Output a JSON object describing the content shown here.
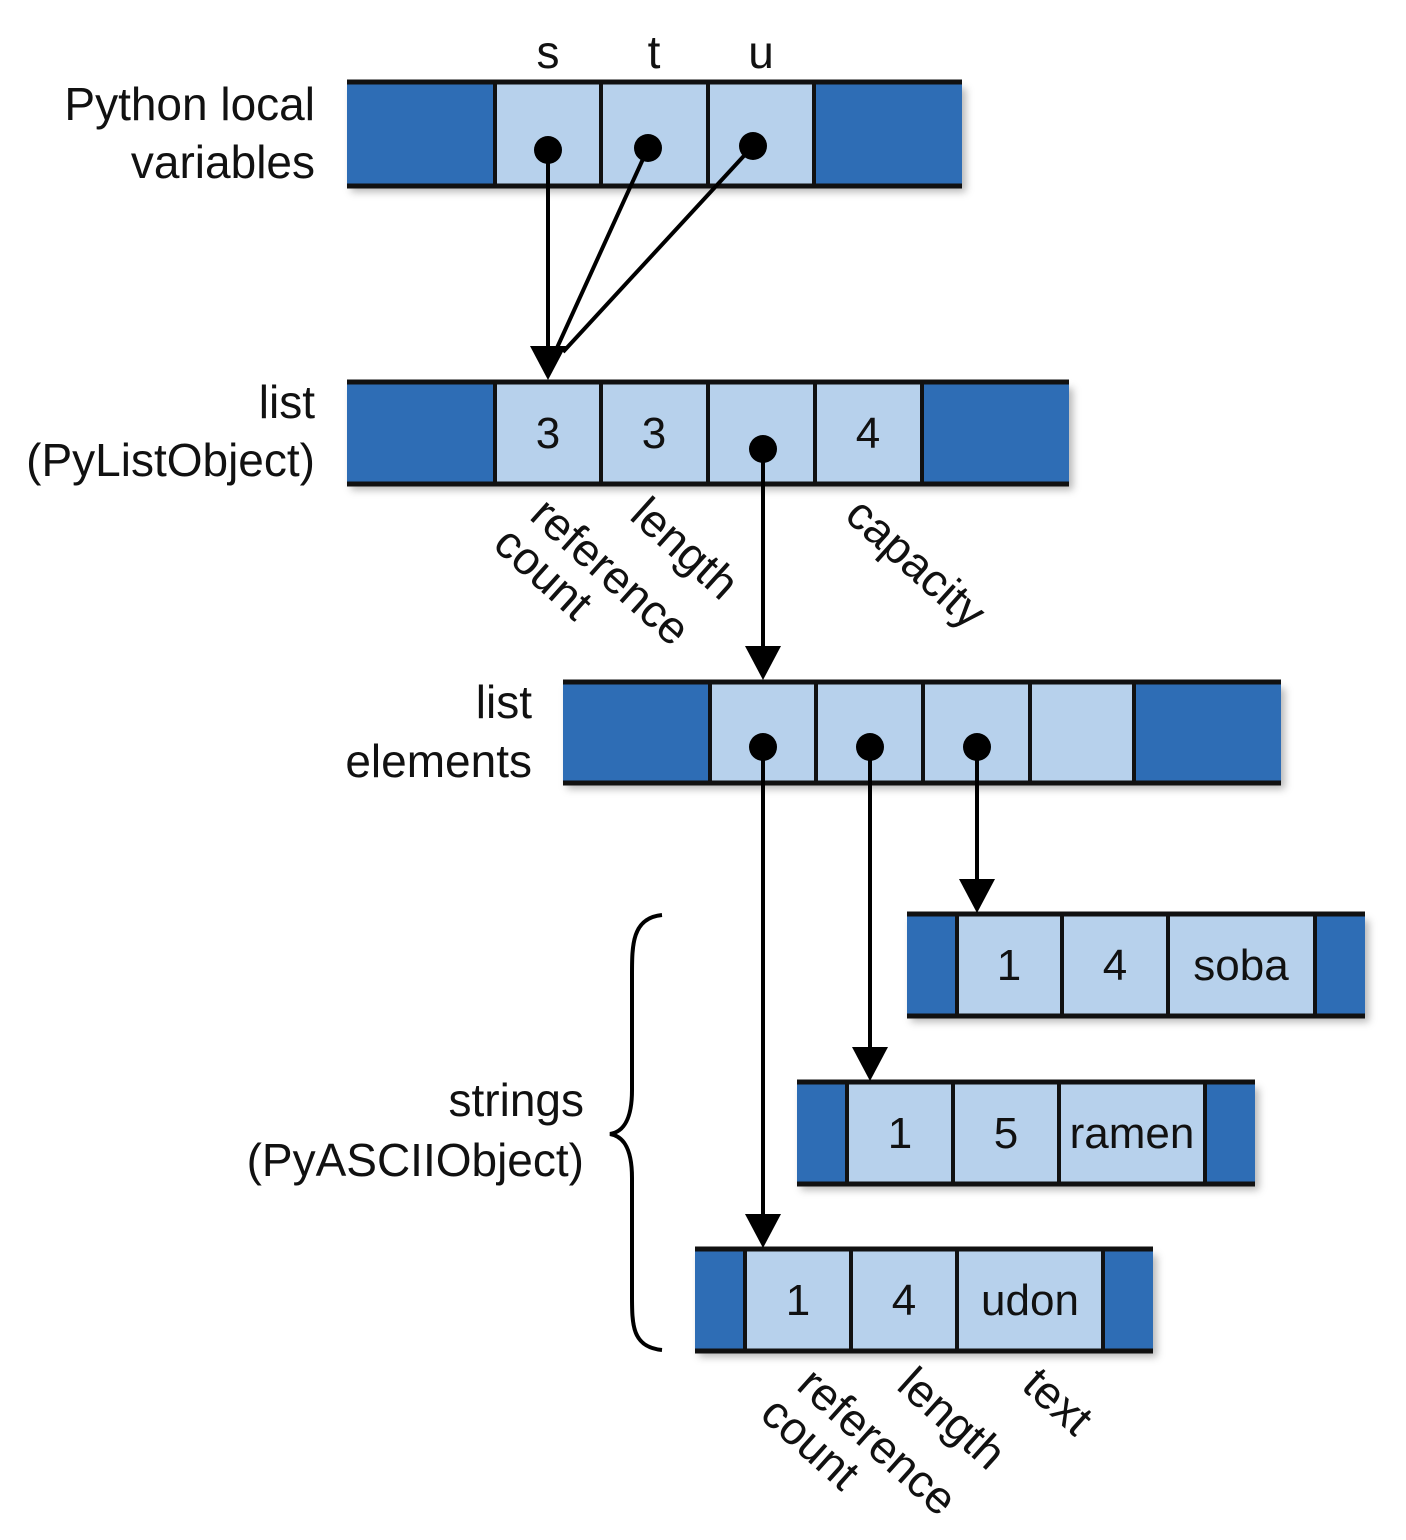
{
  "locals": {
    "label_line1": "Python local",
    "label_line2": "variables",
    "var_s": "s",
    "var_t": "t",
    "var_u": "u"
  },
  "list_object": {
    "label_line1": "list",
    "label_line2": "(PyListObject)",
    "refcount": "3",
    "length": "3",
    "capacity": "4",
    "ann_reference": "reference",
    "ann_count": "count",
    "ann_length": "length",
    "ann_capacity": "capacity"
  },
  "list_elements": {
    "label_line1": "list",
    "label_line2": "elements"
  },
  "strings": {
    "label_line1": "strings",
    "label_line2": "(PyASCIIObject)",
    "soba": {
      "refcount": "1",
      "length": "4",
      "text": "soba"
    },
    "ramen": {
      "refcount": "1",
      "length": "5",
      "text": "ramen"
    },
    "udon": {
      "refcount": "1",
      "length": "4",
      "text": "udon"
    },
    "ann_reference": "reference",
    "ann_count": "count",
    "ann_length": "length",
    "ann_text": "text"
  },
  "colors": {
    "struct_fill": "#2f6db5",
    "cell_fill": "#b7d1ec",
    "ink": "#111111"
  }
}
